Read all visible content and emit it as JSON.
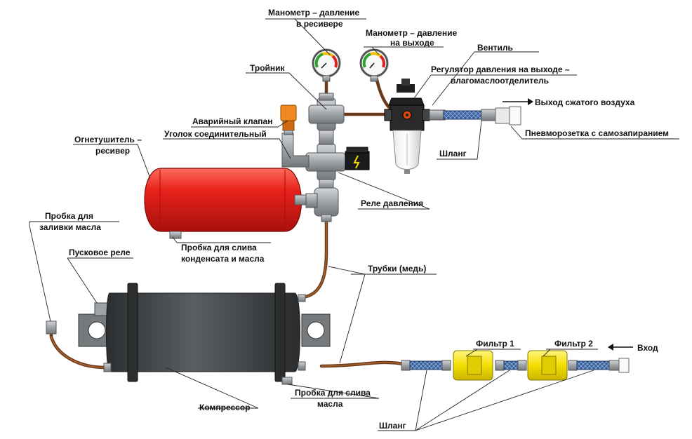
{
  "labels": {
    "gauge_receiver_1": "Манометр – давление",
    "gauge_receiver_2": "в ресивере",
    "gauge_output_1": "Манометр – давление",
    "gauge_output_2": "на выходе",
    "valve": "Вентиль",
    "regulator_1": "Регулятор давления на выходе –",
    "regulator_2": "влагомаслоотделитель",
    "tee": "Тройник",
    "air_output": "Выход сжатого воздуха",
    "relief_valve": "Аварийный клапан",
    "corner_fitting": "Уголок соединительный",
    "quick_coupler": "Пневморозетка с самозапиранием",
    "receiver_1": "Огнетушитель –",
    "receiver_2": "ресивер",
    "hose_top": "Шланг",
    "pressure_relay": "Реле давления",
    "oil_fill_1": "Пробка для",
    "oil_fill_2": "заливки масла",
    "condensate_drain_1": "Пробка для слива",
    "condensate_drain_2": "конденсата и масла",
    "start_relay": "Пусковое реле",
    "copper_tubes": "Трубки (медь)",
    "filter_1": "Фильтр 1",
    "filter_2": "Фильтр 2",
    "inlet": "Вход",
    "compressor": "Компрессор",
    "oil_drain_1": "Пробка для слива",
    "oil_drain_2": "масла",
    "hose_bottom": "Шланг"
  },
  "colors": {
    "receiver": "#e8221c",
    "compressor": "#3c3f42",
    "copper_pipe": "#6b3a1a",
    "filter": "#f4e000",
    "hose": "#3a5f9a",
    "fitting": "#9ea3a8",
    "relief_valve": "#f08a20"
  }
}
